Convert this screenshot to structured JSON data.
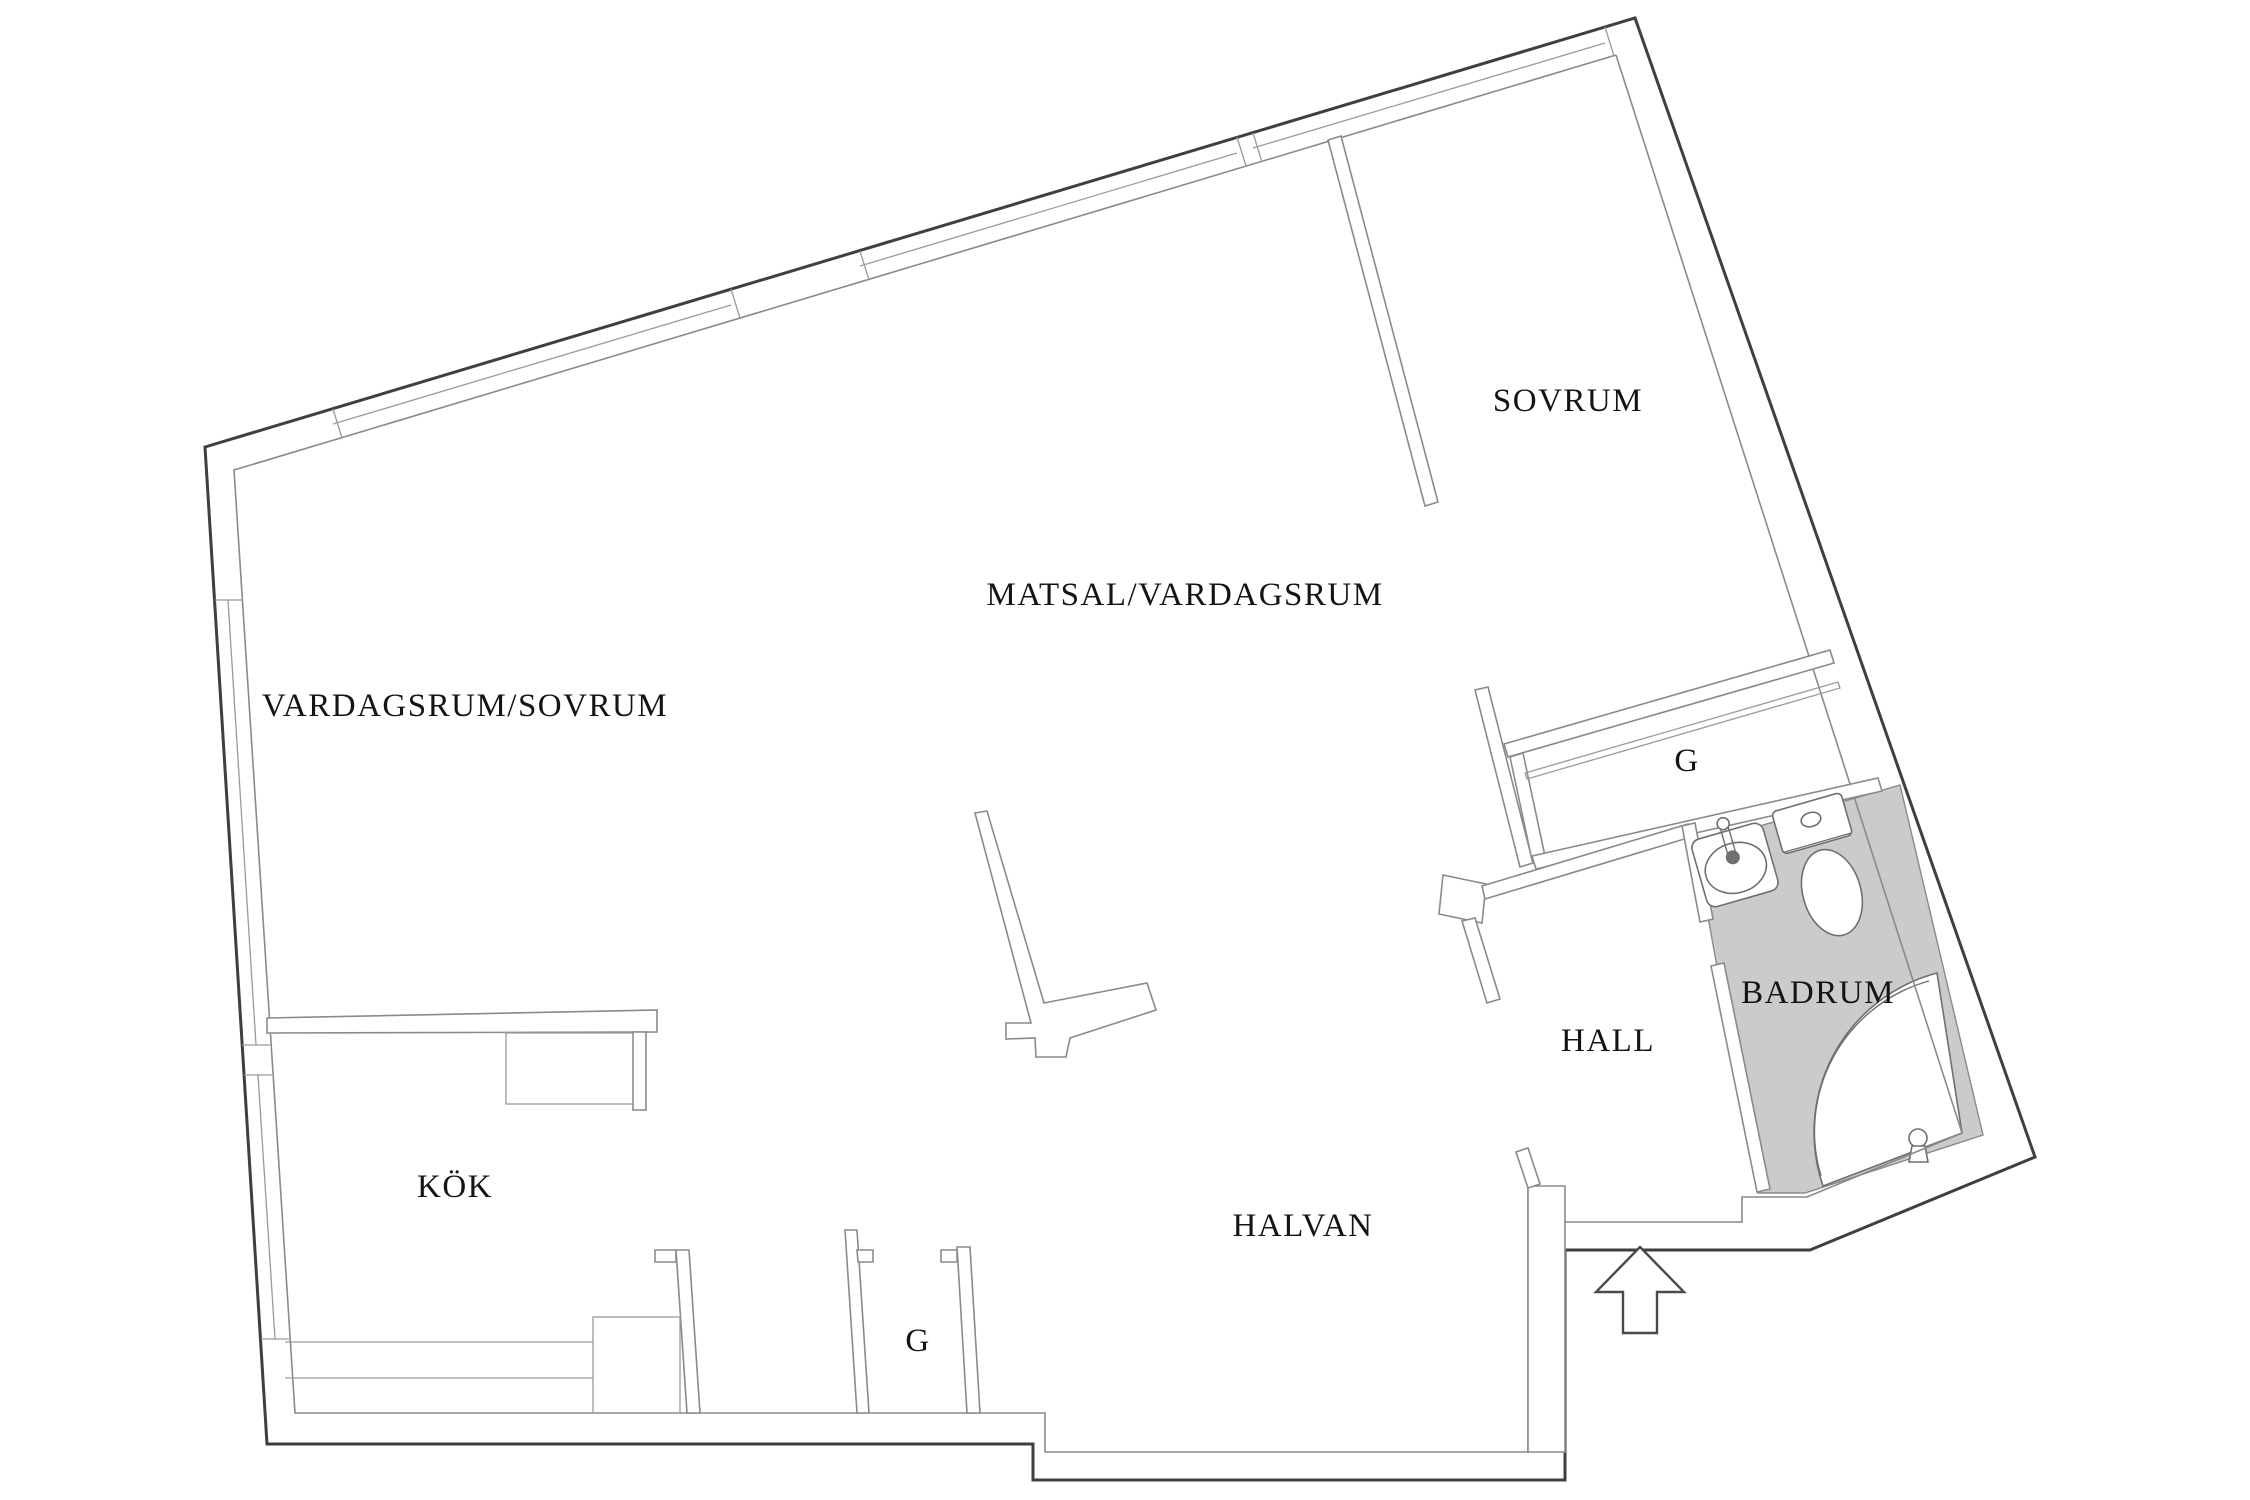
{
  "plan": {
    "colors": {
      "outer_wall": "#3f3f3f",
      "wall": "#8a8a8a",
      "thin": "#9a9a9a",
      "badrum_floor": "#cbcbcb",
      "fixture": "#6f6f6f",
      "label": "#141414"
    },
    "rooms": [
      {
        "id": "vardagsrum-sovrum",
        "label": "VARDAGSRUM/SOVRUM"
      },
      {
        "id": "matsal-vardagsrum",
        "label": "MATSAL/VARDAGSRUM"
      },
      {
        "id": "sovrum",
        "label": "SOVRUM"
      },
      {
        "id": "kok",
        "label": "KÖK"
      },
      {
        "id": "halvan",
        "label": "HALVAN"
      },
      {
        "id": "hall",
        "label": "HALL"
      },
      {
        "id": "badrum",
        "label": "BADRUM"
      },
      {
        "id": "garderob-kok",
        "label": "G"
      },
      {
        "id": "garderob-hall",
        "label": "G"
      }
    ],
    "fixtures": [
      {
        "icon": "sink-icon"
      },
      {
        "icon": "toilet-icon"
      },
      {
        "icon": "shower-icon"
      },
      {
        "icon": "entrance-arrow-icon"
      }
    ]
  }
}
